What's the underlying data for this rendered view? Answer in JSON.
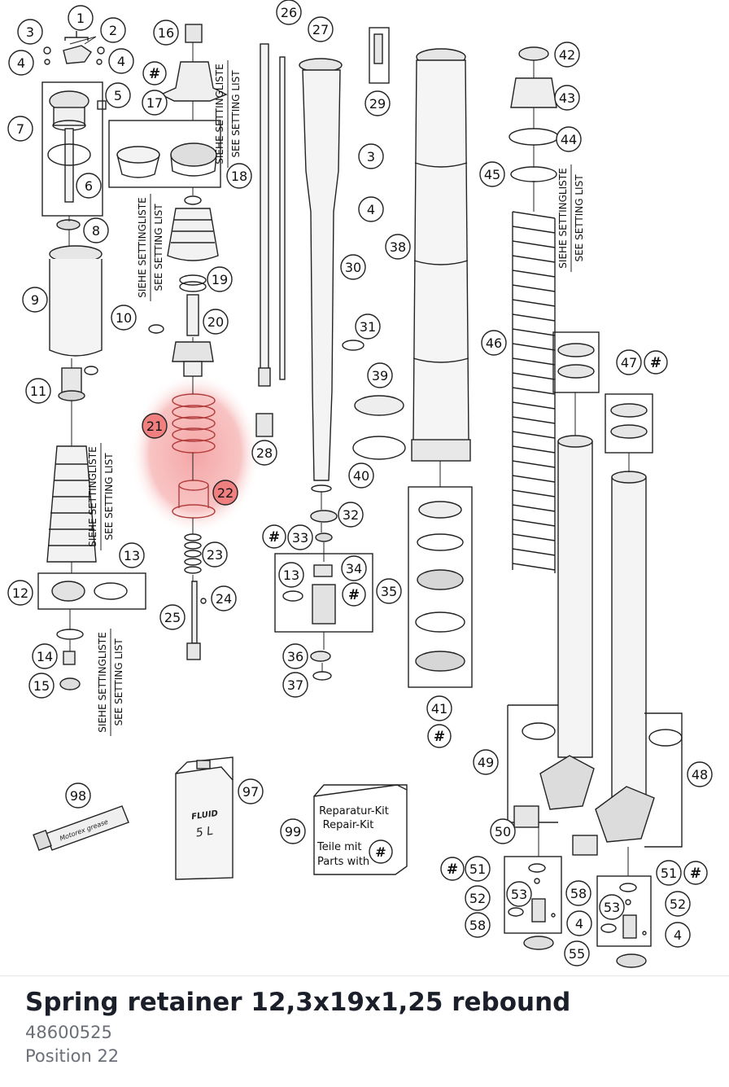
{
  "part": {
    "name": "Spring retainer 12,3x19x1,25 rebound",
    "number": "48600525",
    "position": "Position 22"
  },
  "callouts": [
    {
      "label": "1"
    },
    {
      "label": "2"
    },
    {
      "label": "3"
    },
    {
      "label": "4"
    },
    {
      "label": "4"
    },
    {
      "label": "5"
    },
    {
      "label": "6"
    },
    {
      "label": "7"
    },
    {
      "label": "8"
    },
    {
      "label": "9"
    },
    {
      "label": "10"
    },
    {
      "label": "11"
    },
    {
      "label": "12"
    },
    {
      "label": "13"
    },
    {
      "label": "14"
    },
    {
      "label": "15"
    },
    {
      "label": "16"
    },
    {
      "label": "#"
    },
    {
      "label": "17"
    },
    {
      "label": "18"
    },
    {
      "label": "19"
    },
    {
      "label": "20"
    },
    {
      "label": "21",
      "highlight": true
    },
    {
      "label": "22",
      "highlight": true
    },
    {
      "label": "23"
    },
    {
      "label": "24"
    },
    {
      "label": "25"
    },
    {
      "label": "26"
    },
    {
      "label": "27"
    },
    {
      "label": "28"
    },
    {
      "label": "29"
    },
    {
      "label": "3"
    },
    {
      "label": "4"
    },
    {
      "label": "30"
    },
    {
      "label": "31"
    },
    {
      "label": "32"
    },
    {
      "label": "#"
    },
    {
      "label": "33"
    },
    {
      "label": "34"
    },
    {
      "label": "13"
    },
    {
      "label": "#"
    },
    {
      "label": "35"
    },
    {
      "label": "36"
    },
    {
      "label": "37"
    },
    {
      "label": "38"
    },
    {
      "label": "39"
    },
    {
      "label": "40"
    },
    {
      "label": "41"
    },
    {
      "label": "#"
    },
    {
      "label": "42"
    },
    {
      "label": "43"
    },
    {
      "label": "44"
    },
    {
      "label": "45"
    },
    {
      "label": "46"
    },
    {
      "label": "47"
    },
    {
      "label": "#"
    },
    {
      "label": "48"
    },
    {
      "label": "49"
    },
    {
      "label": "50"
    },
    {
      "label": "#"
    },
    {
      "label": "51"
    },
    {
      "label": "52"
    },
    {
      "label": "53"
    },
    {
      "label": "58"
    },
    {
      "label": "4"
    },
    {
      "label": "55"
    },
    {
      "label": "58"
    },
    {
      "label": "51"
    },
    {
      "label": "#"
    },
    {
      "label": "52"
    },
    {
      "label": "53"
    },
    {
      "label": "4"
    },
    {
      "label": "97"
    },
    {
      "label": "98"
    },
    {
      "label": "99"
    }
  ],
  "setting_notes": [
    {
      "de": "SIEHE SETTINGLISTE",
      "en": "SEE SETTING LIST"
    },
    {
      "de": "SIEHE SETTINGLISTE",
      "en": "SEE SETTING LIST"
    },
    {
      "de": "SIEHE SETTINGLISTE",
      "en": "SEE SETTING LIST"
    },
    {
      "de": "SIEHE SETTINGLISTE",
      "en": "SEE SETTING LIST"
    },
    {
      "de": "SIEHE SETTINGLISTE",
      "en": "SEE SETTING LIST"
    }
  ],
  "repair_kit": {
    "line1": "Reparatur-Kit",
    "line2": "Repair-Kit",
    "line3": "Teile mit",
    "line4": "Parts with",
    "symbol": "#"
  },
  "oil_can": {
    "brand": "FLUID",
    "volume": "5 L"
  },
  "grease_tube": {
    "label": "Motorex grease"
  },
  "colors": {
    "highlight": "#f5a3a3",
    "highlight_circle": "#f08080",
    "line": "#222222"
  }
}
